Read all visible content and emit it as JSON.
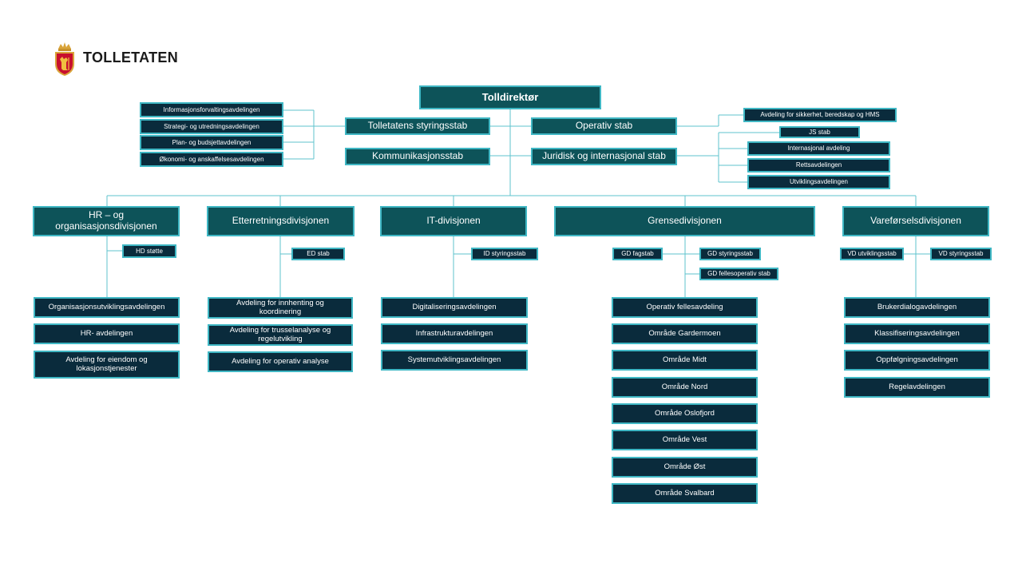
{
  "header": {
    "brand": "TOLLETATEN",
    "logo_icon": "norwegian-coat-of-arms-icon"
  },
  "colors": {
    "teal_box": "#0d5359",
    "navy_box": "#0a2b3c",
    "border": "#3fb7c4",
    "connector": "#5fc3cd"
  },
  "top": {
    "director": "Tolldirektør",
    "styringsstab": "Tolletatens styringsstab",
    "kommunikasjonsstab": "Kommunikasjonsstab",
    "operativ_stab": "Operativ stab",
    "juridisk_stab": "Juridisk og internasjonal stab"
  },
  "styring_units": [
    "Informasjonsforvaltingsavdelingen",
    "Strategi- og utredningsavdelingen",
    "Plan- og budsjettavdelingen",
    "Økonomi- og anskaffelsesavdelingen"
  ],
  "operativ_units": [
    "Avdeling for sikkerhet, beredskap og HMS"
  ],
  "juridisk_units": [
    "JS stab",
    "Internasjonal avdeling",
    "Rettsavdelingen",
    "Utviklingsavdelingen"
  ],
  "divisions": {
    "hr": {
      "name": "HR – og organisasjonsdivisjonen",
      "stabs": [
        "HD støtte"
      ],
      "departments": [
        "Organisasjonsutviklingsavdelingen",
        "HR- avdelingen",
        "Avdeling for eiendom og lokasjonstjenester"
      ]
    },
    "ed": {
      "name": "Etterretningsdivisjonen",
      "stabs": [
        "ED stab"
      ],
      "departments": [
        "Avdeling for innhenting og koordinering",
        "Avdeling for trusselanalyse og regelutvikling",
        "Avdeling for operativ analyse"
      ]
    },
    "it": {
      "name": "IT-divisjonen",
      "stabs": [
        "ID styringsstab"
      ],
      "departments": [
        "Digitaliseringsavdelingen",
        "Infrastrukturavdelingen",
        "Systemutviklingsavdelingen"
      ]
    },
    "gd": {
      "name": "Grensedivisjonen",
      "stabs": [
        "GD fagstab",
        "GD styringsstab",
        "GD fellesoperativ stab"
      ],
      "departments": [
        "Operativ fellesavdeling",
        "Område Gardermoen",
        "Område Midt",
        "Område Nord",
        "Område Oslofjord",
        "Område Vest",
        "Område Øst",
        "Område Svalbard"
      ]
    },
    "vd": {
      "name": "Vareførselsdivisjonen",
      "stabs": [
        "VD utviklingsstab",
        "VD styringsstab"
      ],
      "departments": [
        "Brukerdialogavdelingen",
        "Klassifiseringsavdelingen",
        "Oppfølgningsavdelingen",
        "Regelavdelingen"
      ]
    }
  }
}
